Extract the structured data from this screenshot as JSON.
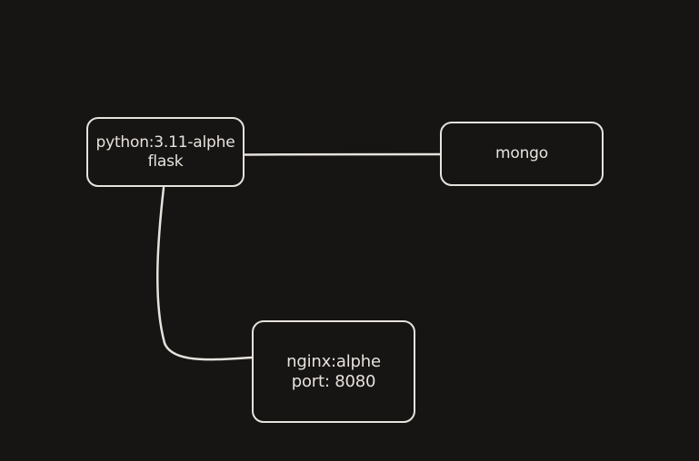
{
  "nodes": {
    "python": {
      "line1": "python:3.11-alphe",
      "line2": "flask"
    },
    "mongo": {
      "line1": "mongo"
    },
    "nginx": {
      "line1": "nginx:alphe",
      "line2": "port:  8080"
    }
  },
  "edges": [
    {
      "from": "python",
      "to": "mongo"
    },
    {
      "from": "python",
      "to": "nginx"
    }
  ],
  "colors": {
    "background": "#171414",
    "stroke": "#e6e2dc",
    "text": "#e6e2dc"
  }
}
